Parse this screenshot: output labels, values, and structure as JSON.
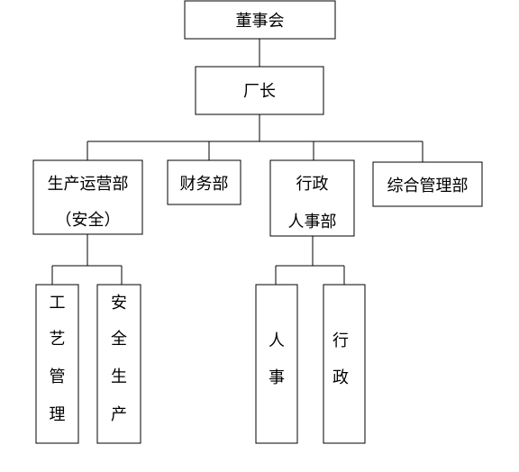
{
  "org_chart": {
    "board": {
      "label": "董事会"
    },
    "factory_director": {
      "label": "厂长"
    },
    "departments": [
      {
        "id": "production",
        "label_lines": [
          "生产运营部",
          "（安全）"
        ]
      },
      {
        "id": "finance",
        "label_lines": [
          "财务部"
        ]
      },
      {
        "id": "admin_hr",
        "label_lines": [
          "行政",
          "人事部"
        ]
      },
      {
        "id": "general",
        "label_lines": [
          "综合管理部"
        ]
      }
    ],
    "sub_units": [
      {
        "parent": "production",
        "label": "工艺管理"
      },
      {
        "parent": "production",
        "label": "安全生产"
      },
      {
        "parent": "admin_hr",
        "label": "人事"
      },
      {
        "parent": "admin_hr",
        "label": "行政"
      }
    ]
  }
}
